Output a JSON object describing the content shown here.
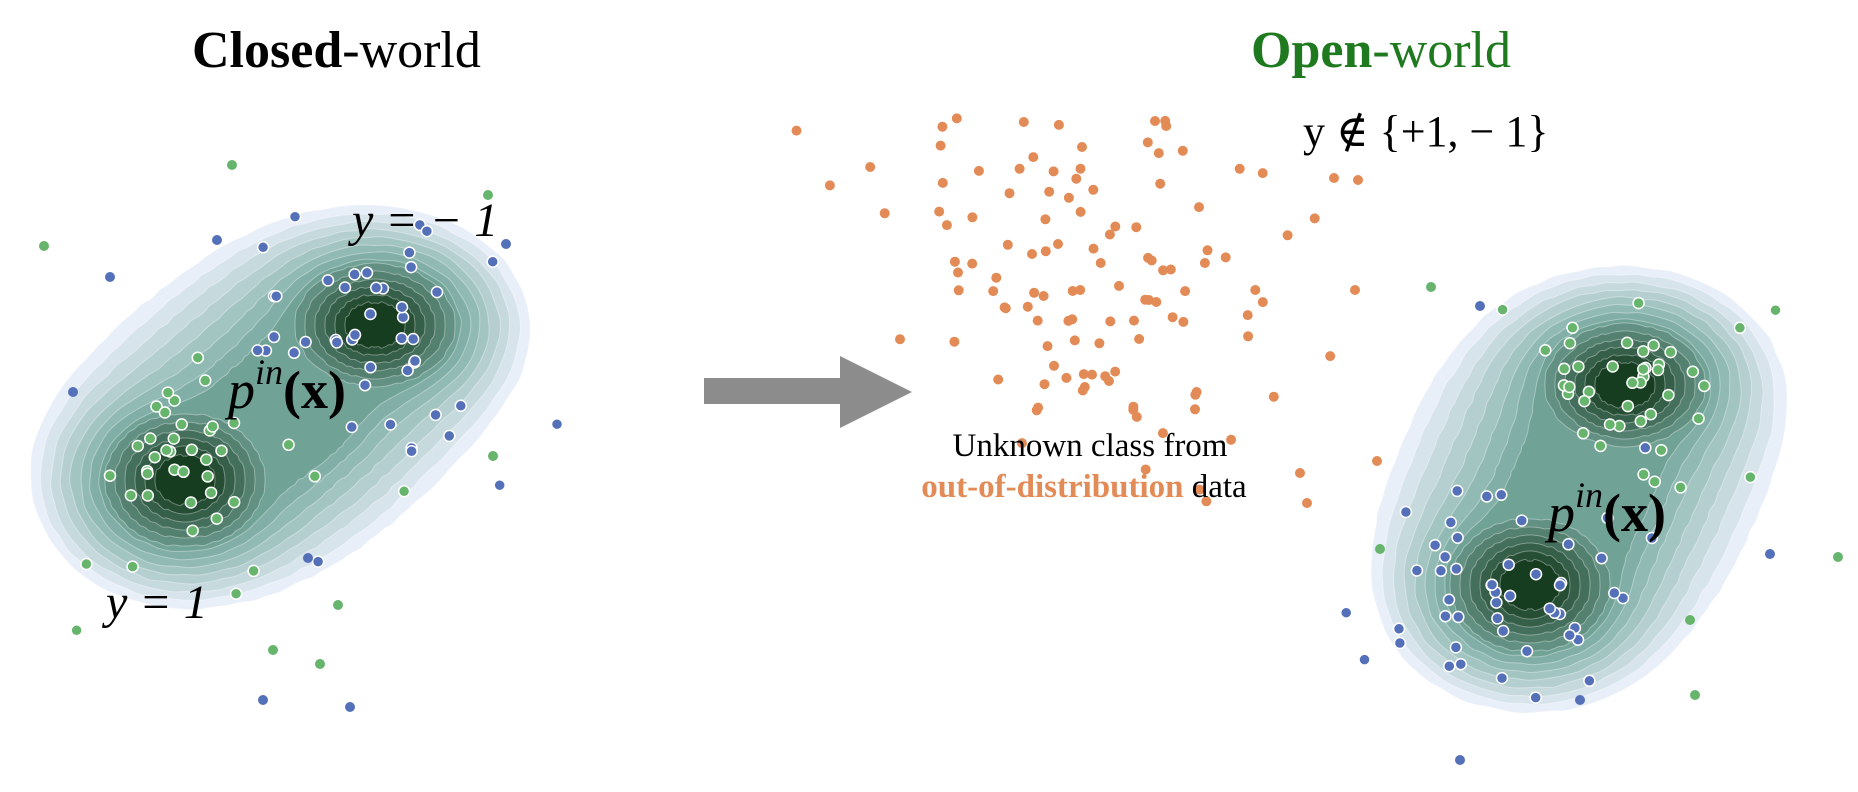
{
  "colors": {
    "contour_light": "#e9eff9",
    "contour_dark": "#173d21",
    "blue_point": "#5470b8",
    "green_point": "#67b46d",
    "ood_point": "#e38b56",
    "arrow": "#8c8c8c",
    "open_title": "#1f7a1f",
    "ood_text": "#e38b56"
  },
  "closed_world": {
    "title_bold": "Closed",
    "title_rest": "-world",
    "label_neg": "y = − 1",
    "label_pos": "y = 1",
    "density_base": "p",
    "density_sup": "in",
    "density_arg": "(x)"
  },
  "open_world": {
    "title_bold": "Open",
    "title_rest": "-world",
    "ood_label": "y ∉ {+1, − 1}",
    "density_base": "p",
    "density_sup": "in",
    "density_arg": "(x)"
  },
  "caption": {
    "line1": "Unknown class from",
    "ood_word": "out-of-distribution",
    "line2_rest": " data"
  }
}
